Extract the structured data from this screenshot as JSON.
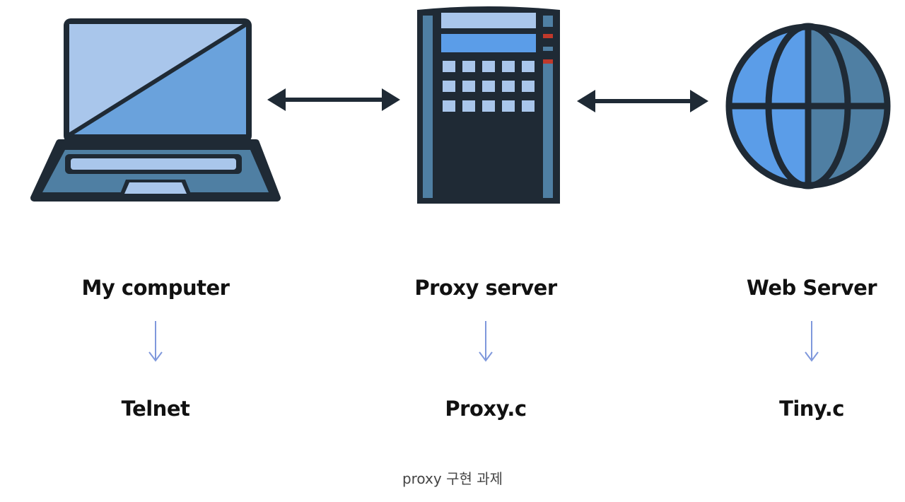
{
  "nodes": [
    {
      "name": "My computer",
      "implementation": "Telnet",
      "icon": "laptop-icon"
    },
    {
      "name": "Proxy server",
      "implementation": "Proxy.c",
      "icon": "server-icon"
    },
    {
      "name": "Web Server",
      "implementation": "Tiny.c",
      "icon": "globe-icon"
    }
  ],
  "connectors": [
    {
      "from": "My computer",
      "to": "Proxy server",
      "type": "bidirectional"
    },
    {
      "from": "Proxy server",
      "to": "Web Server",
      "type": "bidirectional"
    }
  ],
  "caption": "proxy 구현 과제",
  "colors": {
    "outline": "#1f2a35",
    "light_blue": "#a9c6eb",
    "mid_blue": "#6aa2dc",
    "steel_blue": "#4f7fa3",
    "bright_blue": "#5b9de8",
    "accent_red": "#c0392b",
    "down_arrow": "#7f98dc"
  }
}
